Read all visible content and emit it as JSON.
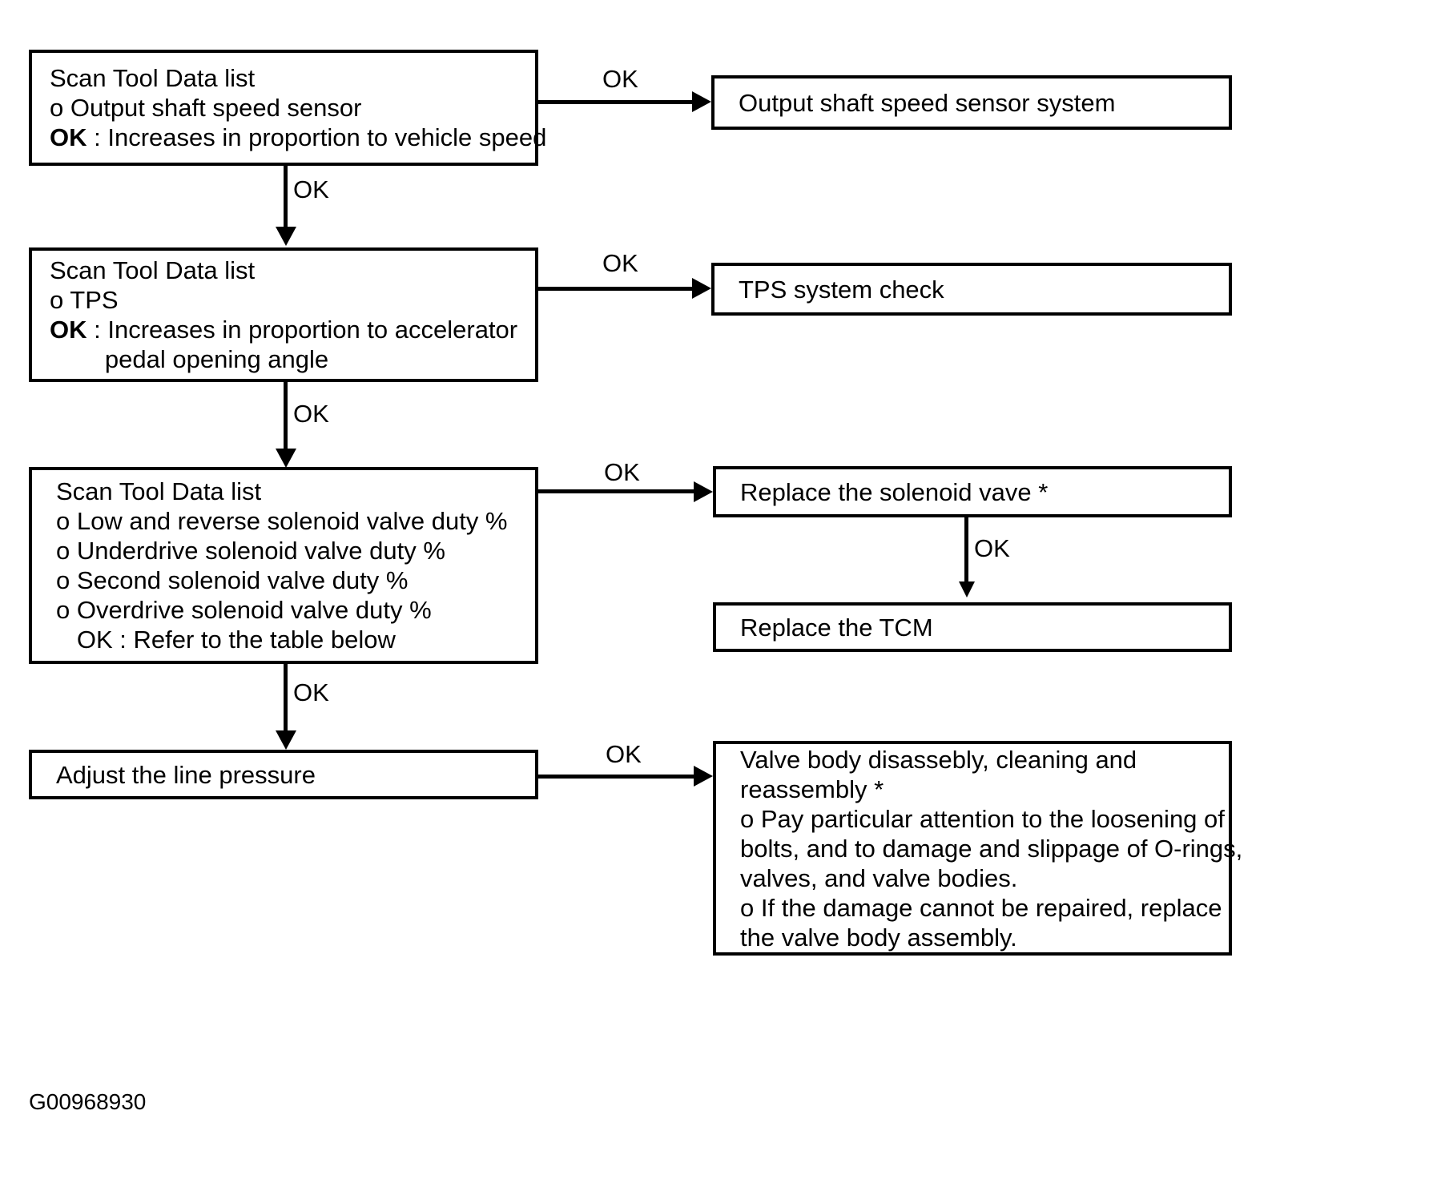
{
  "figure": {
    "id_label": "G00968930"
  },
  "edge_labels": {
    "ok": "OK"
  },
  "boxes": {
    "scan_output_shaft": {
      "title": "Scan Tool Data list",
      "item1": "o Output shaft speed sensor",
      "ok_prefix": "OK",
      "ok_text": " : Increases in proportion to vehicle speed"
    },
    "output_shaft_system": {
      "text": "Output shaft speed sensor system"
    },
    "scan_tps": {
      "title": "Scan Tool Data list",
      "item1": "o TPS",
      "ok_prefix": "OK",
      "ok_text": " : Increases in proportion to accelerator",
      "ok_text2": "        pedal opening angle"
    },
    "tps_system_check": {
      "text": "TPS system check"
    },
    "scan_solenoid": {
      "title": "Scan Tool Data list",
      "item1": "o Low and reverse solenoid valve duty %",
      "item2": "o Underdrive solenoid valve duty %",
      "item3": "o Second solenoid valve duty %",
      "item4": "o Overdrive solenoid valve duty %",
      "item5": "   OK : Refer to the table below"
    },
    "replace_solenoid": {
      "text": "Replace the solenoid vave *"
    },
    "replace_tcm": {
      "text": "Replace the TCM"
    },
    "adjust_line_pressure": {
      "text": "Adjust the line pressure"
    },
    "valve_body": {
      "line1": "Valve body disassebly, cleaning and",
      "line2": "reassembly *",
      "line3": "o Pay particular attention to the loosening of",
      "line4": "bolts, and to damage and slippage of O-rings,",
      "line5": "valves, and valve bodies.",
      "line6": "o If the damage cannot be repaired, replace",
      "line7": "the valve body assembly."
    }
  }
}
